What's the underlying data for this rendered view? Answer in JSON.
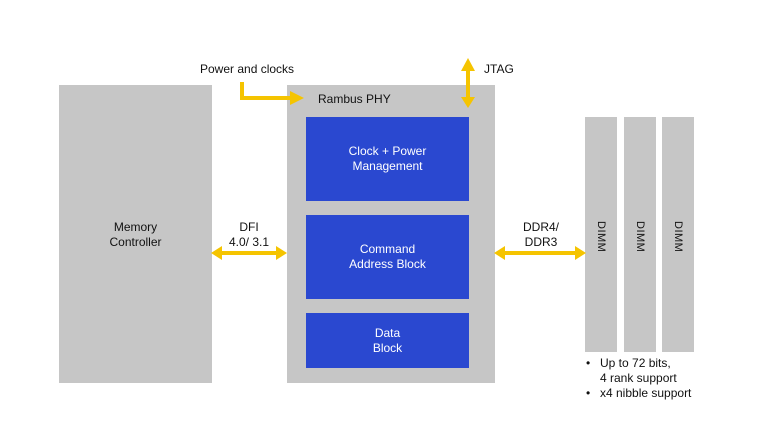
{
  "memory_controller": {
    "label": "Memory\nController"
  },
  "phy": {
    "title": "Rambus PHY"
  },
  "blocks": [
    {
      "label": "Clock + Power\nManagement"
    },
    {
      "label": "Command\nAddress Block"
    },
    {
      "label": "Data\nBlock"
    }
  ],
  "power_label": "Power and clocks",
  "jtag_label": "JTAG",
  "dfi_label": "DFI\n4.0/ 3.1",
  "ddr_label": "DDR4/\nDDR3",
  "dimms": [
    "DIMM",
    "DIMM",
    "DIMM"
  ],
  "notes": [
    "Up to 72 bits,\n4 rank support",
    "x4 nibble support"
  ],
  "colors": {
    "arrow": "#f5c400",
    "block_blue": "#2a48d0",
    "block_grey": "#c6c6c6"
  }
}
